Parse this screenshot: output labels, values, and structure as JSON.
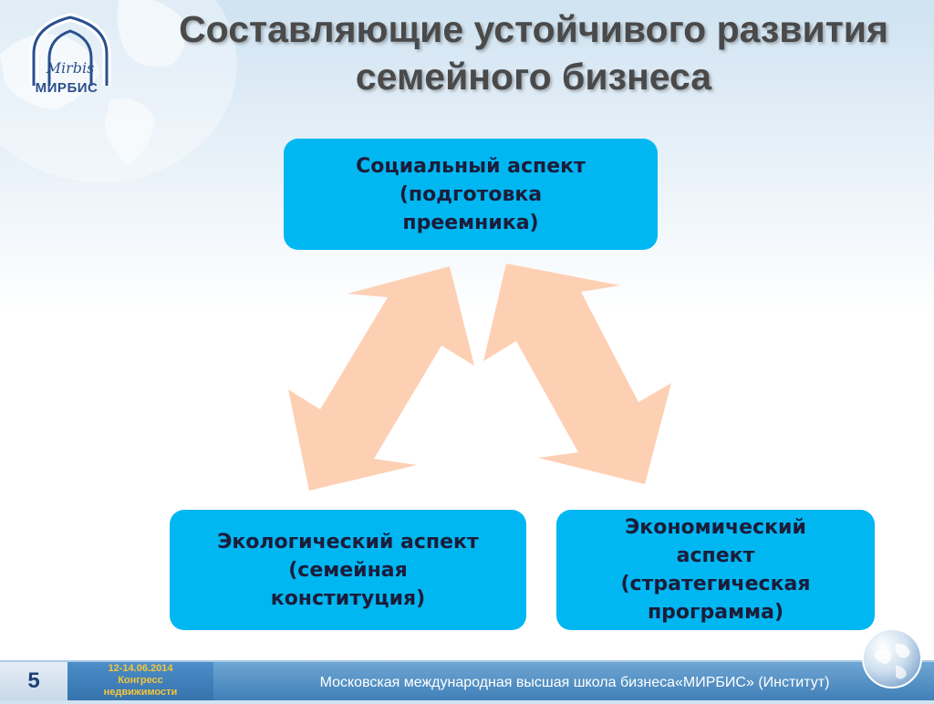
{
  "header": {
    "logo_script": "Mirbis",
    "logo_text": "МИРБИС",
    "title_line1": "Составляющие устойчивого развития",
    "title_line2": "семейного бизнеса"
  },
  "diagram": {
    "social": {
      "line1": "Социальный аспект",
      "line2": "(подготовка",
      "line3": "преемника)"
    },
    "ecological": {
      "line1": "Экологический аспект",
      "line2": "(семейная",
      "line3": "конституция)"
    },
    "economic": {
      "line1": "Экономический",
      "line2": "аспект",
      "line3": "(стратегическая",
      "line4": "программа)"
    }
  },
  "footer": {
    "page_number": "5",
    "event_date": "12-14.06.2014",
    "event_line1": "Конгресс",
    "event_line2": "недвижимости",
    "institution": "Московская международная высшая школа бизнеса«МИРБИС» (Институт)"
  },
  "colors": {
    "box": "#00b7f1",
    "arrow": "#fdd0b4",
    "title": "#4a4a4a",
    "footer": "#3f7fb8"
  }
}
